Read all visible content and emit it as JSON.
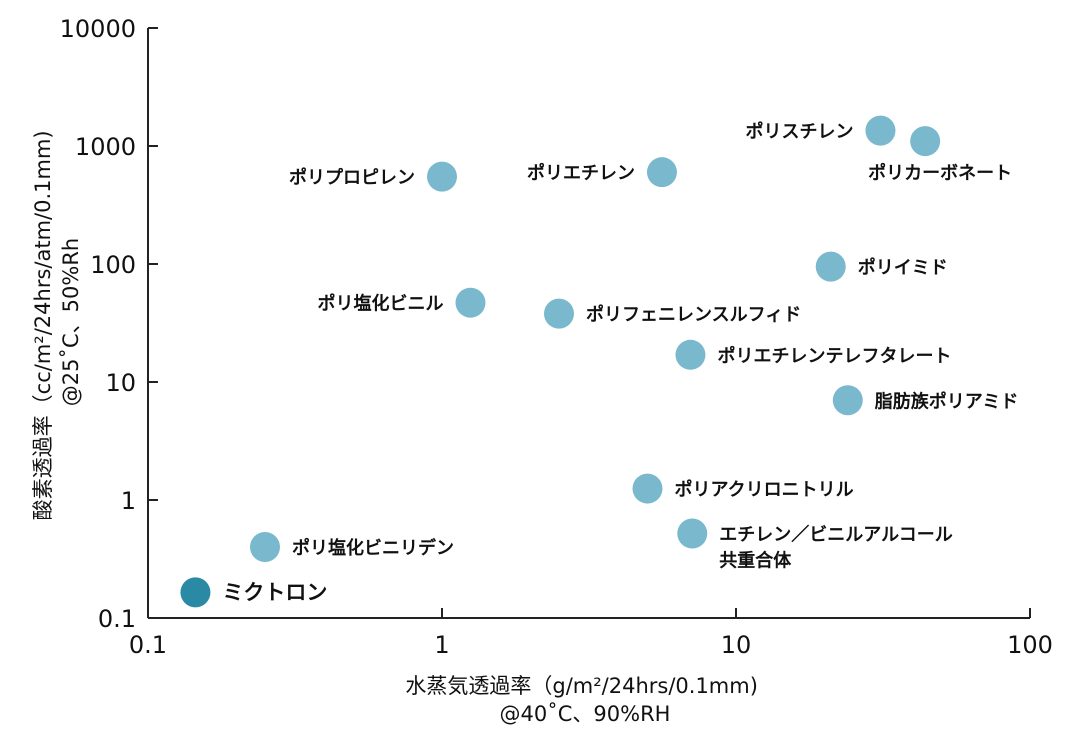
{
  "chart_data": {
    "type": "scatter",
    "xscale": "log",
    "yscale": "log",
    "xlim": [
      0.1,
      100
    ],
    "ylim": [
      0.1,
      10000
    ],
    "x_ticks": [
      "0.1",
      "1",
      "10",
      "100"
    ],
    "y_ticks": [
      "0.1",
      "1",
      "10",
      "100",
      "1000",
      "10000"
    ],
    "xlabel": [
      "水蒸気透過率（g/m²/24hrs/0.1mm)",
      "@40˚C、90%RH"
    ],
    "ylabel": [
      "酸素透過率（cc/m²/24hrs/atm/0.1mm)",
      "@25˚C、50%Rh"
    ],
    "grid": false,
    "colors": {
      "point": "#7ab8cd",
      "highlight": "#2a8aa5"
    },
    "points": [
      {
        "name": [
          "ポリスチレン"
        ],
        "x": 31,
        "y": 1350,
        "label_side": "left"
      },
      {
        "name": [
          "ポリカーボネート"
        ],
        "x": 44,
        "y": 1100,
        "label_side": "below"
      },
      {
        "name": [
          "ポリプロピレン"
        ],
        "x": 1.0,
        "y": 550,
        "label_side": "left"
      },
      {
        "name": [
          "ポリエチレン"
        ],
        "x": 5.6,
        "y": 600,
        "label_side": "left"
      },
      {
        "name": [
          "ポリイミド"
        ],
        "x": 21,
        "y": 95,
        "label_side": "right"
      },
      {
        "name": [
          "ポリ塩化ビニル"
        ],
        "x": 1.25,
        "y": 47,
        "label_side": "left"
      },
      {
        "name": [
          "ポリフェニレンスルフィド"
        ],
        "x": 2.5,
        "y": 38,
        "label_side": "right"
      },
      {
        "name": [
          "ポリエチレンテレフタレート"
        ],
        "x": 7.0,
        "y": 17,
        "label_side": "right"
      },
      {
        "name": [
          "脂肪族ポリアミド"
        ],
        "x": 24,
        "y": 7,
        "label_side": "right"
      },
      {
        "name": [
          "ポリアクリロニトリル"
        ],
        "x": 5.0,
        "y": 1.25,
        "label_side": "right"
      },
      {
        "name": [
          "エチレン／ビニルアルコール",
          "共重合体"
        ],
        "x": 7.1,
        "y": 0.52,
        "label_side": "right"
      },
      {
        "name": [
          "ポリ塩化ビニリデン"
        ],
        "x": 0.25,
        "y": 0.4,
        "label_side": "right"
      },
      {
        "name": [
          "ミクトロン"
        ],
        "x": 0.145,
        "y": 0.165,
        "label_side": "right",
        "highlight": true
      }
    ]
  }
}
